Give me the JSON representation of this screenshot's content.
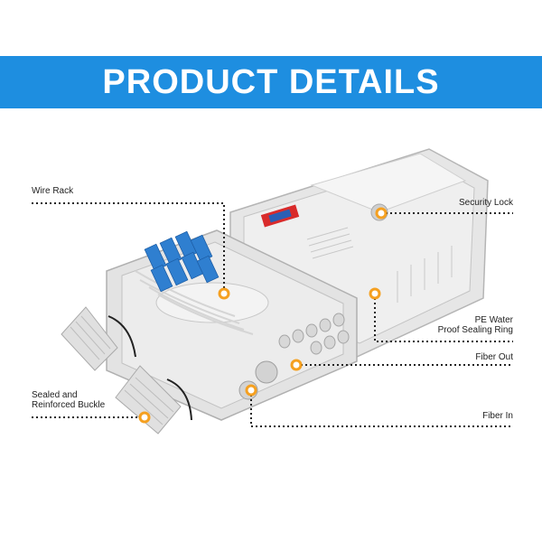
{
  "banner": {
    "title": "PRODUCT DETAILS",
    "color": "#1e8ee0"
  },
  "accent_color": "#f5a020",
  "callouts": {
    "wire_rack": "Wire Rack",
    "sealed_buckle_line1": "Sealed and",
    "sealed_buckle_line2": "Reinforced Buckle",
    "security_lock": "Security Lock",
    "pe_ring_line1": "PE Water",
    "pe_ring_line2": "Proof Sealing Ring",
    "fiber_out": "Fiber Out",
    "fiber_in": "Fiber In"
  }
}
